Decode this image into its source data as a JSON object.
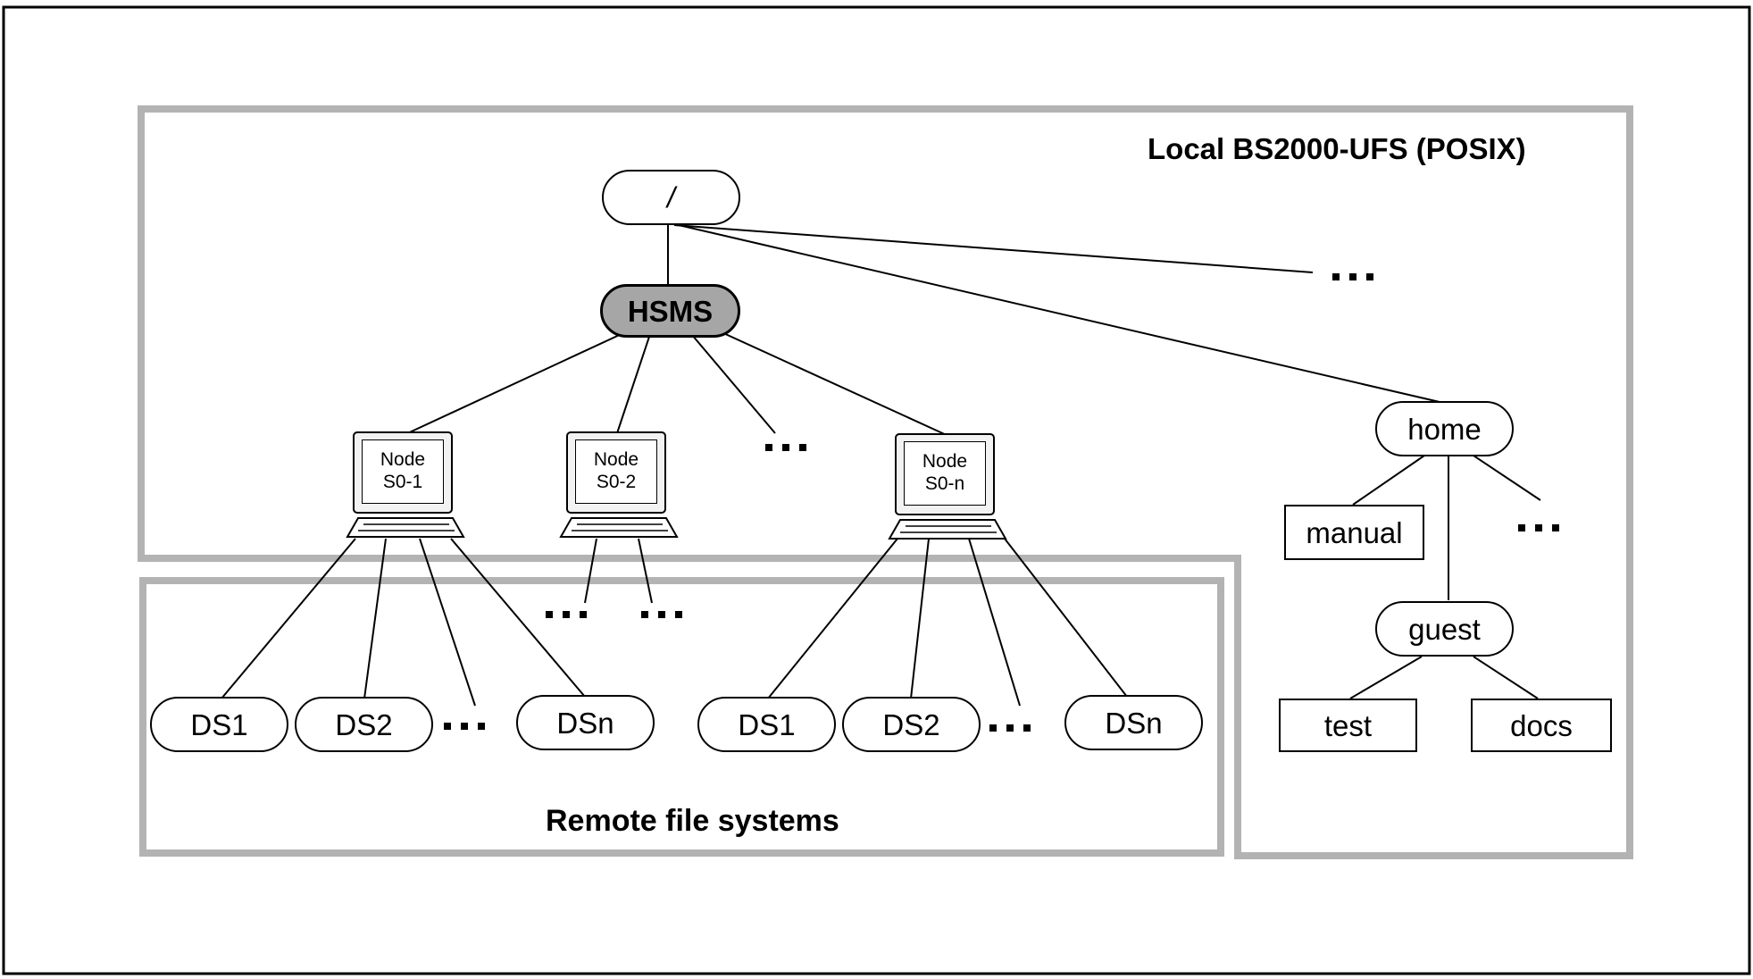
{
  "regions": {
    "local": "Local BS2000-UFS (POSIX)",
    "remote": "Remote file systems"
  },
  "root": "/",
  "hsms": "HSMS",
  "nodes": [
    {
      "line1": "Node",
      "line2": "S0-1"
    },
    {
      "line1": "Node",
      "line2": "S0-2"
    },
    {
      "line1": "Node",
      "line2": "S0-n"
    }
  ],
  "storage_groups": [
    [
      "DS1",
      "DS2",
      "DSn"
    ],
    [
      "DS1",
      "DS2",
      "DSn"
    ]
  ],
  "local_tree": {
    "home": "home",
    "manual": "manual",
    "guest": "guest",
    "test": "test",
    "docs": "docs"
  },
  "colors": {
    "frame": "#b3b3b3",
    "hsms_fill": "#a6a6a6",
    "line": "#000000"
  }
}
